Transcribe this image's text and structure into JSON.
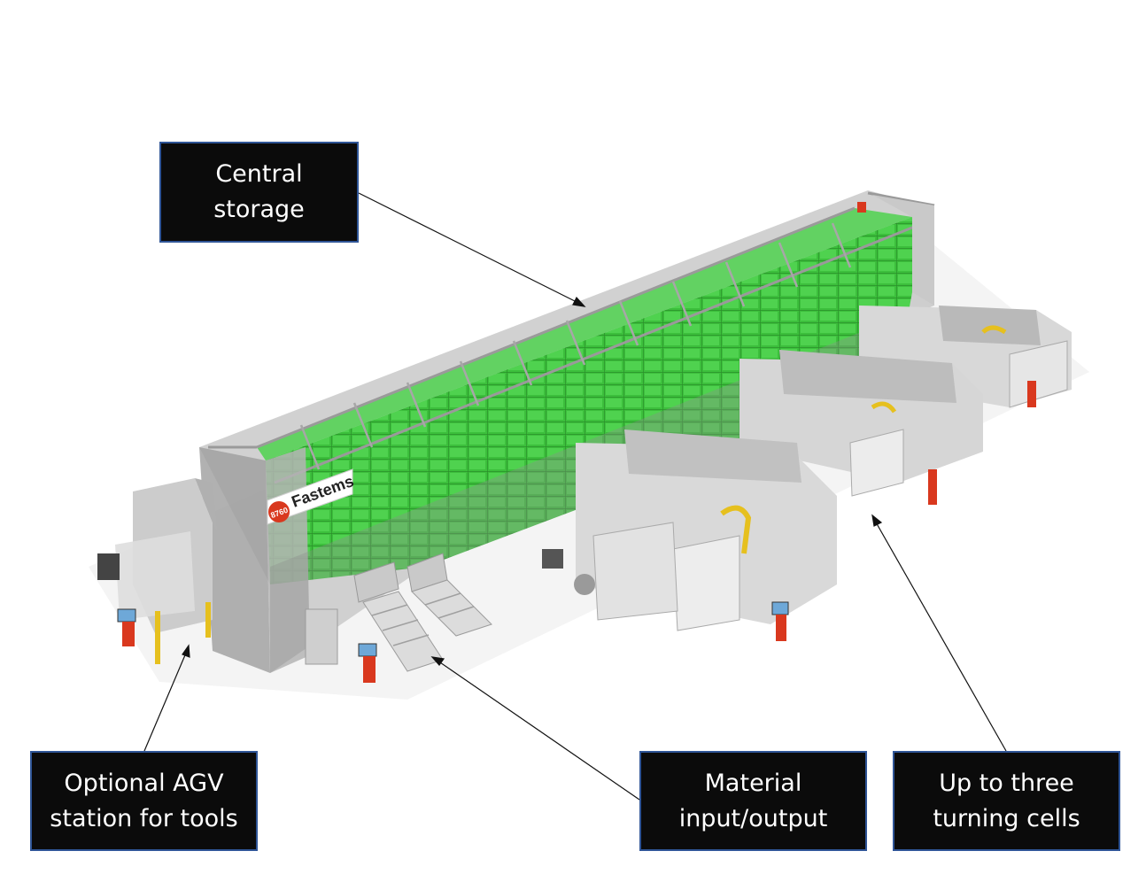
{
  "callouts": {
    "central_storage": {
      "line1": "Central",
      "line2": "storage"
    },
    "agv_station": {
      "line1": "Optional AGV",
      "line2": "station for tools"
    },
    "material_io": {
      "line1": "Material",
      "line2": "input/output"
    },
    "turning_cells": {
      "line1": "Up to three",
      "line2": "turning cells"
    }
  },
  "logos": {
    "fastems": {
      "badge": "8760",
      "name": "Fastems"
    }
  },
  "colors": {
    "callout_fill": "#0b0b0b",
    "callout_border": "#2f5597",
    "storage_green": "#3cbf3c",
    "frame_gray": "#a9a9a9",
    "machine_gray": "#d4d4d4",
    "robot_yellow": "#e6c01e",
    "terminal_red": "#d9381e"
  }
}
